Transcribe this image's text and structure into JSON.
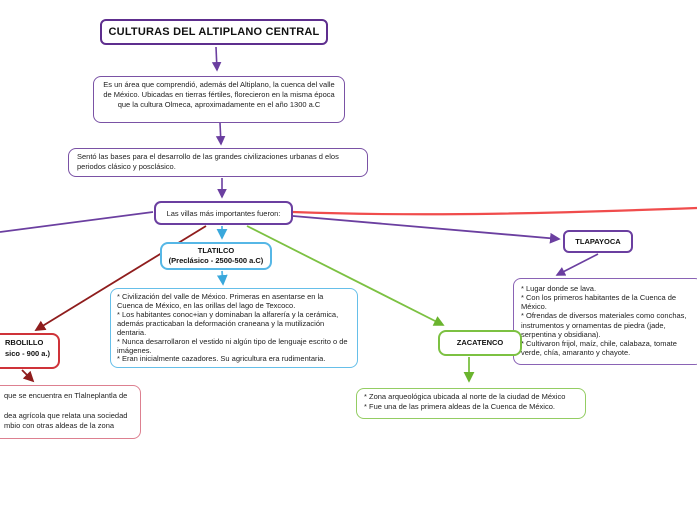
{
  "title": "CULTURAS DEL ALTIPLANO CENTRAL",
  "intro": "Es un área que comprendió, además del Altiplano, la cuenca del valle de México. Ubicadas en tierras fértiles, florecieron en la misma época que la cultura Olmeca, aproximadamente en el año 1300 a.C",
  "bases": "Sentó las bases para el desarrollo de las grandes civilizaciones urbanas d elos periodos clásico y posclásico.",
  "villas": "Las villas más importantes fueron:",
  "nodes": {
    "tlatilco": {
      "title": "TLATILCO",
      "subtitle": "(Preclásico - 2500-500 a.C)",
      "desc": "* Civilización del valle de México. Primeras en asentarse en la Cuenca de México, en las orillas del lago de Texcoco.\n* Los habitantes conoc+ian y dominaban la alfarería y la cerámica, además practicaban la deformación craneana y la mutilización dentaria.\n* Nunca desarrollaron el vestido ni algún tipo de lenguaje escrito o de imágenes.\n* Eran inicialmente cazadores. Su agricultura era rudimentaria."
    },
    "tlapayoca": {
      "title": "TLAPAYOCA",
      "desc": "* Lugar donde se lava.\n* Con los primeros habitantes de la Cuenca de México.\n* Ofrendas de diversos materiales como conchas, instrumentos y ornamentas de piedra (jade, serpentina y obsidiana).\n* Cultivaron frijol, maíz, chile, calabaza, tomate verde, chía, amaranto y chayote."
    },
    "zacatenco": {
      "title": "ZACATENCO",
      "desc": "* Zona arqueológica ubicada al norte de la ciudad de México\n* Fue una de las primera aldeas de la Cuenca de México."
    },
    "arbolillo": {
      "title_lines": [
        "RBOLILLO",
        "sico - 900 a.)"
      ],
      "desc_lines": [
        "que se encuentra en Tlalneplantla de",
        "",
        "dea agrícola que relata una sociedad",
        "mbio con otras aldeas de la zona"
      ]
    }
  },
  "colors": {
    "purple": "#6b3fa0",
    "purple_dark": "#5e2e8e",
    "cyan": "#56b7e6",
    "green": "#7cc142",
    "maroon": "#8f1d1d",
    "crimson": "#cf3339",
    "pink_red": "#dd8090",
    "bright_red": "#f04c4c"
  }
}
